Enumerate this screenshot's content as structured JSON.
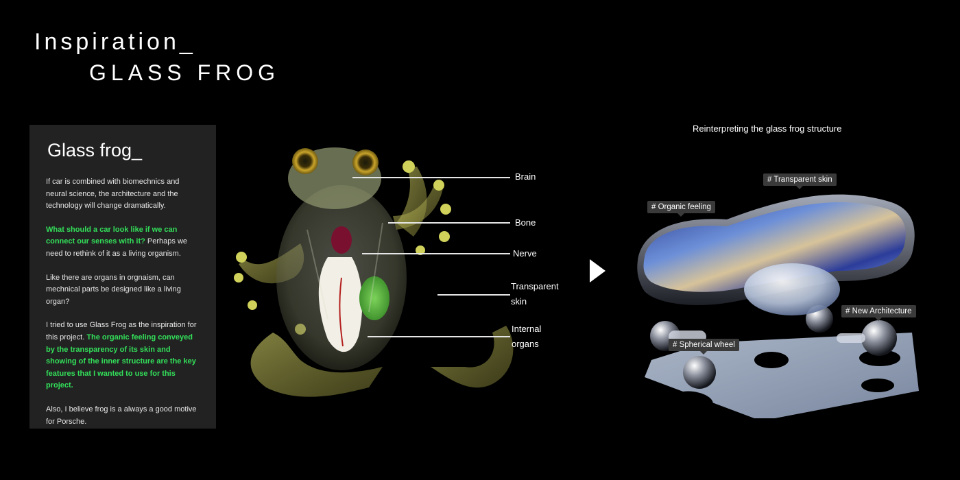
{
  "header": {
    "title_line1": "Inspiration_",
    "title_line2": "GLASS FROG"
  },
  "panel": {
    "title": "Glass frog_",
    "p1": "If car is combined with biomechnics and neural science, the architecture and the technology will change dramatically.",
    "p2_highlight": "What should a car look like if we can connect our senses with it?",
    "p2_rest": " Perhaps we need to rethink of it as a living organism.",
    "p3": "Like there are organs in orgnaism, can mechnical parts be designed like a living organ?",
    "p4_start": "I tried to use Glass Frog as the inspiration for this project. ",
    "p4_highlight": "The organic feeling conveyed by the transparency of its skin and showing of the inner structure are the key features that I wanted to use for this project.",
    "p5": "Also, I believe frog is a always a good motive for Porsche."
  },
  "frog": {
    "labels": {
      "brain": "Brain",
      "bone": "Bone",
      "nerve": "Nerve",
      "skin_line1": "Transparent",
      "skin_line2": "skin",
      "organs_line1": "Internal",
      "organs_line2": "organs"
    }
  },
  "arrow_icon": "play-triangle-icon",
  "concept": {
    "title": "Reinterpreting the glass frog structure",
    "tags": {
      "transparent_skin": "# Transparent skin",
      "organic_feeling": "# Organic feeling",
      "new_architecture": "# New Architecture",
      "spherical_wheel": "# Spherical wheel"
    }
  },
  "colors": {
    "background": "#000000",
    "panel": "#222222",
    "highlight": "#33e05a"
  }
}
